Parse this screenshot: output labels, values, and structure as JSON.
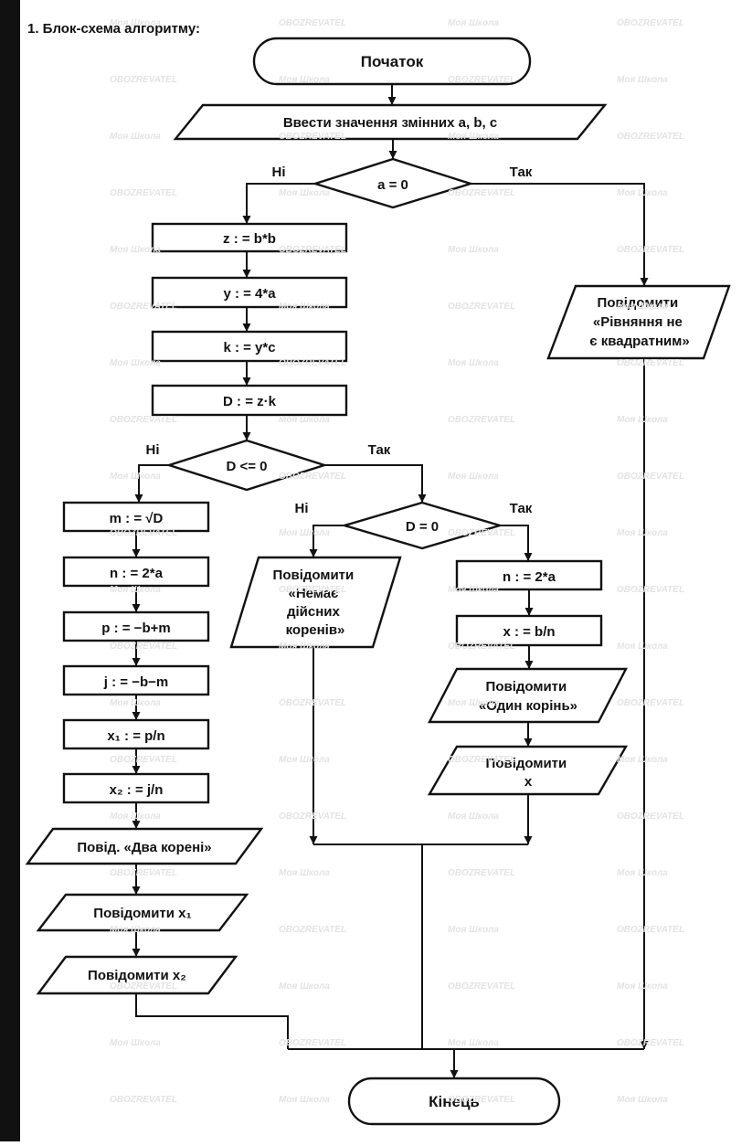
{
  "page": {
    "heading": "1. Блок-схема алгоритму:",
    "watermarks": [
      "Моя Школа",
      "OBOZREVATEL"
    ]
  },
  "nodes": {
    "start": "Початок",
    "input": "Ввести значення змінних a, b, c",
    "dec_a": "a = 0",
    "dec_a_no": "Ні",
    "dec_a_yes": "Так",
    "z": "z : = b*b",
    "y": "y : = 4*a",
    "k": "k : = y*c",
    "D": "D : = z·k",
    "msg_not_quad": [
      "Повідомити",
      "«Рівняння не",
      "є квадратним»"
    ],
    "dec_d_le": "D <= 0",
    "dec_d_le_no": "Ні",
    "dec_d_le_yes": "Так",
    "m": "m : = √D",
    "n1": "n : = 2*a",
    "p": "p : = −b+m",
    "j": "j : = −b−m",
    "x1": "x₁ : = p/n",
    "x2": "x₂ : = j/n",
    "msg_two_roots": "Повід. «Два корені»",
    "msg_x1": "Повідомити x₁",
    "msg_x2": "Повідомити x₂",
    "dec_d_eq": "D = 0",
    "dec_d_eq_no": "Ні",
    "dec_d_eq_yes": "Так",
    "msg_no_real": [
      "Повідомити",
      "«Немає",
      "дійсних",
      "коренів»"
    ],
    "n2": "n : = 2*a",
    "x": "x : = b/n",
    "msg_one_root": [
      "Повідомити",
      "«Один корінь»"
    ],
    "msg_x": [
      "Повідомити",
      "x"
    ],
    "end": "Кінець"
  }
}
